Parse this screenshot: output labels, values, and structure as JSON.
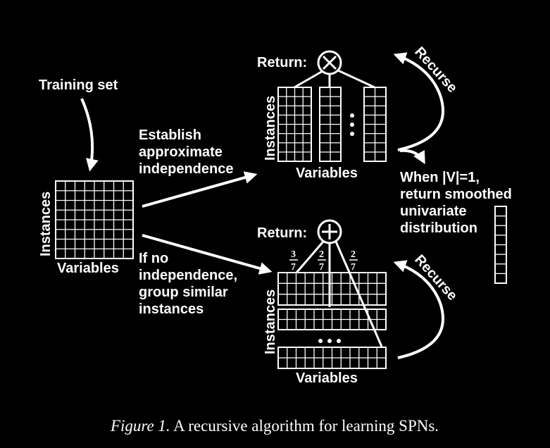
{
  "labels": {
    "training_set": "Training set",
    "instances": "Instances",
    "variables": "Variables",
    "return": "Return:",
    "recurse": "Recurse",
    "establish_lines": [
      "Establish",
      "approximate",
      "independence"
    ],
    "no_indep_lines": [
      "If no",
      "independence,",
      "group similar",
      "instances"
    ],
    "base_case_lines": [
      "When |V|=1,",
      "return smoothed",
      "univariate",
      "distribution"
    ]
  },
  "product_node_symbol": "×",
  "sum_node_symbol": "+",
  "ellipsis": "• • •",
  "weights": [
    {
      "num": "3",
      "den": "7"
    },
    {
      "num": "2",
      "den": "7"
    },
    {
      "num": "2",
      "den": "7"
    }
  ],
  "caption": {
    "figure": "Figure 1.",
    "text": " A recursive algorithm for learning SPNs."
  }
}
